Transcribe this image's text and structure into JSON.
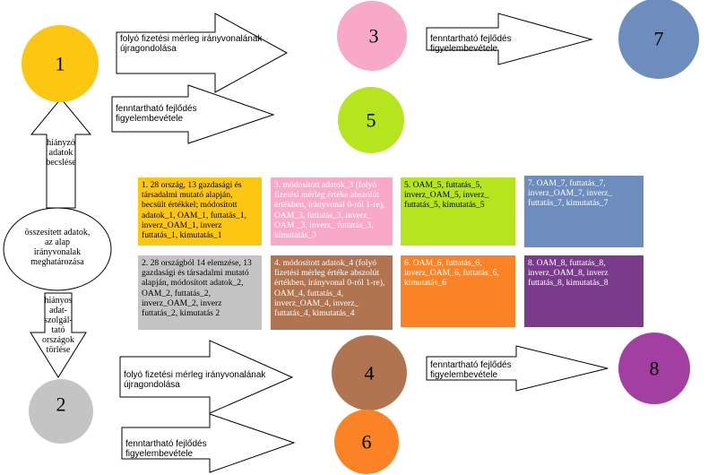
{
  "colors": {
    "c1": "#fcc611",
    "c2": "#c4c4c4",
    "c3": "#f7a9c7",
    "c4": "#b07450",
    "c5": "#b5e61d",
    "c6": "#fb8325",
    "c7": "#6c8dbd",
    "c8": "#a33fa3",
    "box1": "#fcc611",
    "box2": "#c4c4c4",
    "box3": "#f7a9c7",
    "box4": "#b07450",
    "box5": "#b5e61d",
    "box6": "#fb8325",
    "box7": "#6c8dbd",
    "box8": "#7b3b8c"
  },
  "circles": {
    "c1": "1",
    "c2": "2",
    "c3": "3",
    "c4": "4",
    "c5": "5",
    "c6": "6",
    "c7": "7",
    "c8": "8",
    "center": [
      "összesített adatok,",
      "az alap",
      "irányvonalak",
      "meghatározása"
    ]
  },
  "arrows": {
    "a13": [
      "folyó fizetési mérleg irányvonalának",
      "újragondolása"
    ],
    "a15": [
      "fenntartható fejlődés",
      "figyelembevétele"
    ],
    "a37": [
      "fenntartható fejlődés",
      "figyelembevétele"
    ],
    "a24": [
      "folyó fizetési mérleg irányvonalának",
      "újragondolása"
    ],
    "a26": [
      "fenntartható fejlődés",
      "figyelembevétele"
    ],
    "a48": [
      "fenntartható fejlődés",
      "figyelembevétele"
    ],
    "up": [
      "hiányzó",
      "adatok",
      "becslése"
    ],
    "down": [
      "hiányos",
      "adat-",
      "szolgál-",
      "tató",
      "országok",
      "törlése"
    ]
  },
  "boxes": {
    "b1": "1. 28 ország, 13 gazdasági és társadalmi mutató alapján, becsült értékkel; módosított adatok_1, OAM_1, futtatás_1, inverz_OAM_1, inverz futtatás_1, kimutatás_1",
    "b2": "2. 28 országból 14 elemzése, 13 gazdasági és társadalmi mutató alapján, módosított adatok_2, OAM_2, futtatás_2, inverz_OAM_2, inverz futtatás_2, kimutatás 2",
    "b3": "3. módosított adatok_3 (folyó fizetési mérleg értéke abszolút értékben, irányvonal 0-ról 1-re), OAM_3, futtatás_3, inverz_ OAM _3, inverz_ futtatás_3, kimutatás_3",
    "b4": "4. módosított adatok_4 (folyó fizetési mérleg értéke abszolút értékben, irányvonal 0-ról 1-re), OAM_4, futtatás_4, inverz_OAM_4, inverz_ futtatás_4, kimutatás_4",
    "b5": "5. OAM_5, futtatás_5, inverz_OAM_5, inverz_ futtatás_5, kimutatás_5",
    "b6": "6. OAM_6, futtatás_6, inverz_OAM_6, futtatás_6, kimutatás_6",
    "b7": "7. OAM_7, futtatás_7, inverz_OAM_7, inverz_ futtatás_7, kimutatás_7",
    "b8": "8. OAM_8, futtatás_8, inverz_OAM_8, inverz futtatás_8, kimutatás_8"
  }
}
